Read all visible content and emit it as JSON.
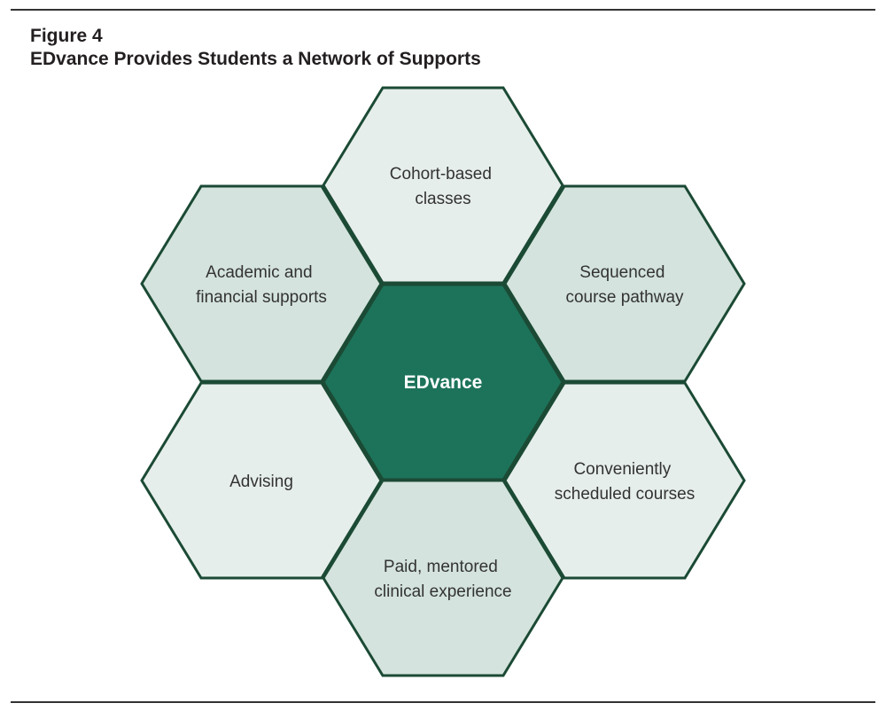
{
  "header": {
    "figure_label": "Figure 4",
    "title": "EDvance Provides Students a Network of Supports"
  },
  "colors": {
    "outline": "#1b4a35",
    "center_fill": "#1d735a",
    "light_fill": "#e6eeeb",
    "mid_fill": "#d4e3dd",
    "center_text": "#ffffff",
    "text": "#333333"
  },
  "hexagons": [
    {
      "id": "center",
      "lines": [
        "EDvance"
      ]
    },
    {
      "id": "top",
      "lines": [
        "Cohort-based",
        "classes"
      ]
    },
    {
      "id": "upper-right",
      "lines": [
        "Sequenced",
        "course pathway"
      ]
    },
    {
      "id": "lower-right",
      "lines": [
        "Conveniently",
        "scheduled courses"
      ]
    },
    {
      "id": "bottom",
      "lines": [
        "Paid, mentored",
        "clinical experience"
      ]
    },
    {
      "id": "lower-left",
      "lines": [
        "Advising"
      ]
    },
    {
      "id": "upper-left",
      "lines": [
        "Academic and",
        "financial supports"
      ]
    }
  ]
}
